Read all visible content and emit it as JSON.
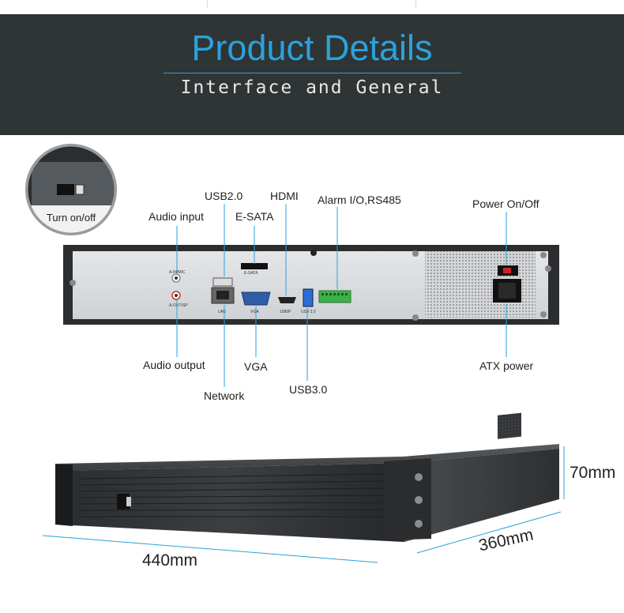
{
  "banner": {
    "title": "Product Details",
    "subtitle": "Interface and General"
  },
  "zoom": {
    "label": "Turn on/off"
  },
  "callouts": {
    "usb20": "USB2.0",
    "hdmi": "HDMI",
    "alarm": "Alarm I/O,RS485",
    "power_onoff": "Power On/Off",
    "audio_input": "Audio input",
    "esata": "E-SATA",
    "audio_output": "Audio output",
    "vga": "VGA",
    "network": "Network",
    "usb30": "USB3.0",
    "atx_power": "ATX power"
  },
  "panel_print": {
    "a_in": "A-IN/MIC",
    "a_out": "A-OUT/SP",
    "esata": "E-SATA",
    "lan": "LAN",
    "vga": "VGA",
    "hdmi": "1080P",
    "usb30": "USB 3.0"
  },
  "dimensions": {
    "height": "70mm",
    "width": "440mm",
    "depth": "360mm"
  },
  "colors": {
    "banner_bg": "#2f3435",
    "accent": "#2aa2dc",
    "callout_line": "#2aa2dc"
  }
}
